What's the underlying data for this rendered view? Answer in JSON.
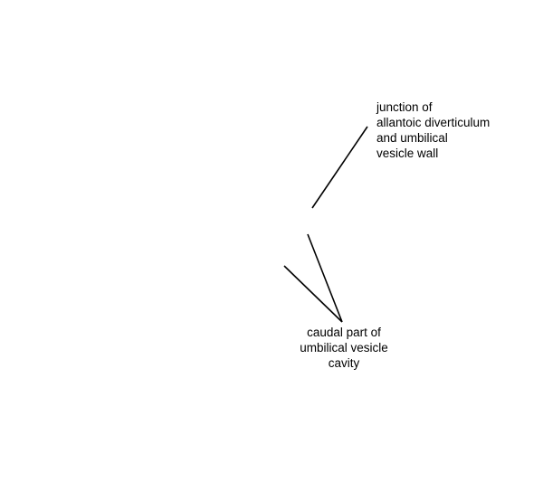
{
  "labels": {
    "junction": {
      "lines": [
        "junction of",
        "allantoic diverticulum",
        "and umbilical",
        "vesicle wall"
      ]
    },
    "caudal": {
      "lines": [
        "caudal part of",
        "umbilical vesicle",
        "cavity"
      ]
    }
  },
  "colors": {
    "line": "#000000",
    "text": "#000000",
    "background": "#ffffff"
  }
}
